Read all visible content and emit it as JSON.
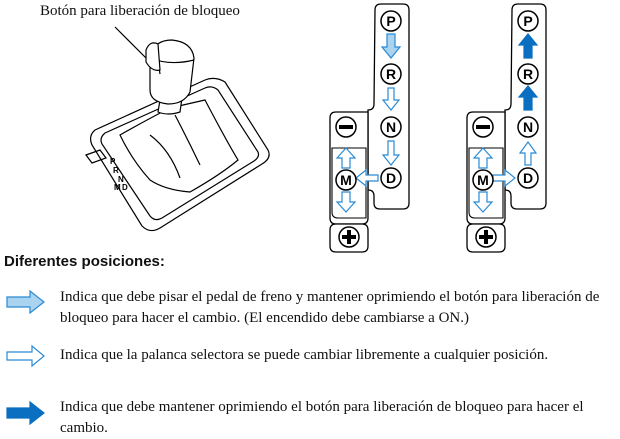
{
  "figure": {
    "release_button_caption": "Botón para liberación de bloqueo",
    "gear_letters": [
      "P",
      "R",
      "N",
      "D",
      "M"
    ],
    "gear_symbols": [
      "minus-symbol",
      "plus-symbol"
    ],
    "lever_marks": [
      "P",
      "R",
      "N",
      "D",
      "M"
    ],
    "colors": {
      "light_arrow_fill": "#a9d3ef",
      "arrow_stroke": "#2a8ad4",
      "solid_arrow_fill": "#0a6fc0",
      "outline": "#000000"
    }
  },
  "section_heading": "Diferentes posiciones:",
  "legend": [
    {
      "icon": "light-blue-filled-arrow-icon",
      "text": "Indica que debe pisar el pedal de freno y mantener oprimiendo el botón para liberación de bloqueo para hacer el cambio. (El encendido debe cambiarse a ON.)"
    },
    {
      "icon": "outline-arrow-icon",
      "text": "Indica que la palanca selectora se puede cambiar libremente a cualquier posición."
    },
    {
      "icon": "solid-blue-arrow-icon",
      "text": "Indica que debe mantener oprimiendo el botón para liberación de bloqueo para hacer el cambio."
    }
  ]
}
